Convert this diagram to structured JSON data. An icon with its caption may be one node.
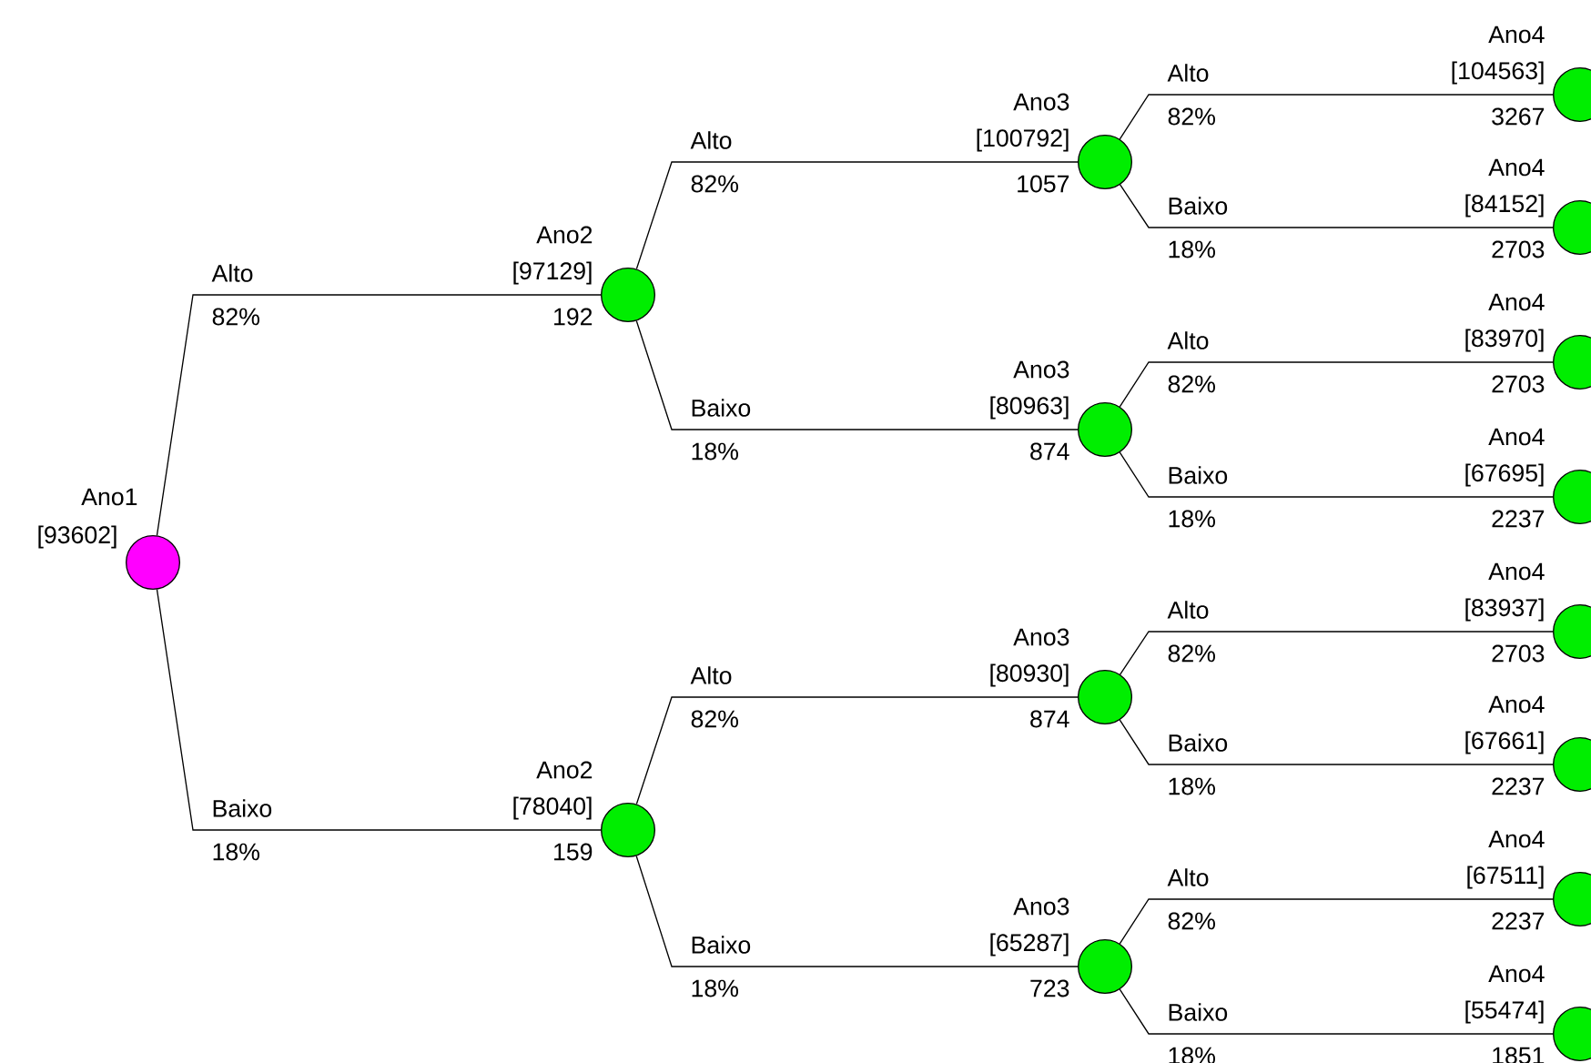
{
  "diagram": {
    "nodes": [
      {
        "text": [
          "Ano1",
          "[93602]"
        ]
      },
      {
        "text": [
          "Ano2",
          "[97129]",
          "192"
        ]
      },
      {
        "text": [
          "Ano3",
          "[100792]",
          "1057"
        ]
      },
      {
        "text": [
          "Ano4",
          "[104563]",
          "3267"
        ]
      },
      {
        "text": [
          "Ano4",
          "[84152]",
          "2703"
        ]
      },
      {
        "text": [
          "Ano3",
          "[80963]",
          "874"
        ]
      },
      {
        "text": [
          "Ano4",
          "[83970]",
          "2703"
        ]
      },
      {
        "text": [
          "Ano4",
          "[67695]",
          "2237"
        ]
      },
      {
        "text": [
          "Ano2",
          "[78040]",
          "159"
        ]
      },
      {
        "text": [
          "Ano3",
          "[80930]",
          "874"
        ]
      },
      {
        "text": [
          "Ano4",
          "[83937]",
          "2703"
        ]
      },
      {
        "text": [
          "Ano4",
          "[67661]",
          "2237"
        ]
      },
      {
        "text": [
          "Ano3",
          "[65287]",
          "723"
        ]
      },
      {
        "text": [
          "Ano4",
          "[67511]",
          "2237"
        ]
      },
      {
        "text": [
          "Ano4",
          "[55474]",
          "1851"
        ]
      }
    ],
    "edges": [
      {
        "from": 0,
        "to": 1,
        "arrow": "none",
        "label": "Alto"
      },
      {
        "from": 1,
        "to": 2,
        "arrow": "none",
        "label": "Alto"
      },
      {
        "from": 2,
        "to": 3,
        "arrow": "none",
        "label": "Alto"
      },
      {
        "from": 2,
        "to": 4,
        "arrow": "none",
        "label": "Baixo"
      },
      {
        "from": 1,
        "to": 5,
        "arrow": "none",
        "label": "Baixo"
      },
      {
        "from": 5,
        "to": 6,
        "arrow": "none",
        "label": "Alto"
      },
      {
        "from": 5,
        "to": 7,
        "arrow": "none",
        "label": "Baixo"
      },
      {
        "from": 0,
        "to": 8,
        "arrow": "none",
        "label": "Baixo"
      },
      {
        "from": 8,
        "to": 9,
        "arrow": "none",
        "label": "Alto"
      },
      {
        "from": 9,
        "to": 10,
        "arrow": "none",
        "label": "Alto"
      },
      {
        "from": 9,
        "to": 11,
        "arrow": "none",
        "label": "Baixo"
      },
      {
        "from": 8,
        "to": 12,
        "arrow": "none",
        "label": "Baixo"
      },
      {
        "from": 12,
        "to": 13,
        "arrow": "none",
        "label": "Alto"
      },
      {
        "from": 12,
        "to": 14,
        "arrow": "none",
        "label": "Baixo"
      }
    ],
    "labels": [
      "82%",
      "82%",
      "82%",
      "18%",
      "18%",
      "82%",
      "18%",
      "18%",
      "82%",
      "82%",
      "18%",
      "18%",
      "82%",
      "18%"
    ]
  }
}
